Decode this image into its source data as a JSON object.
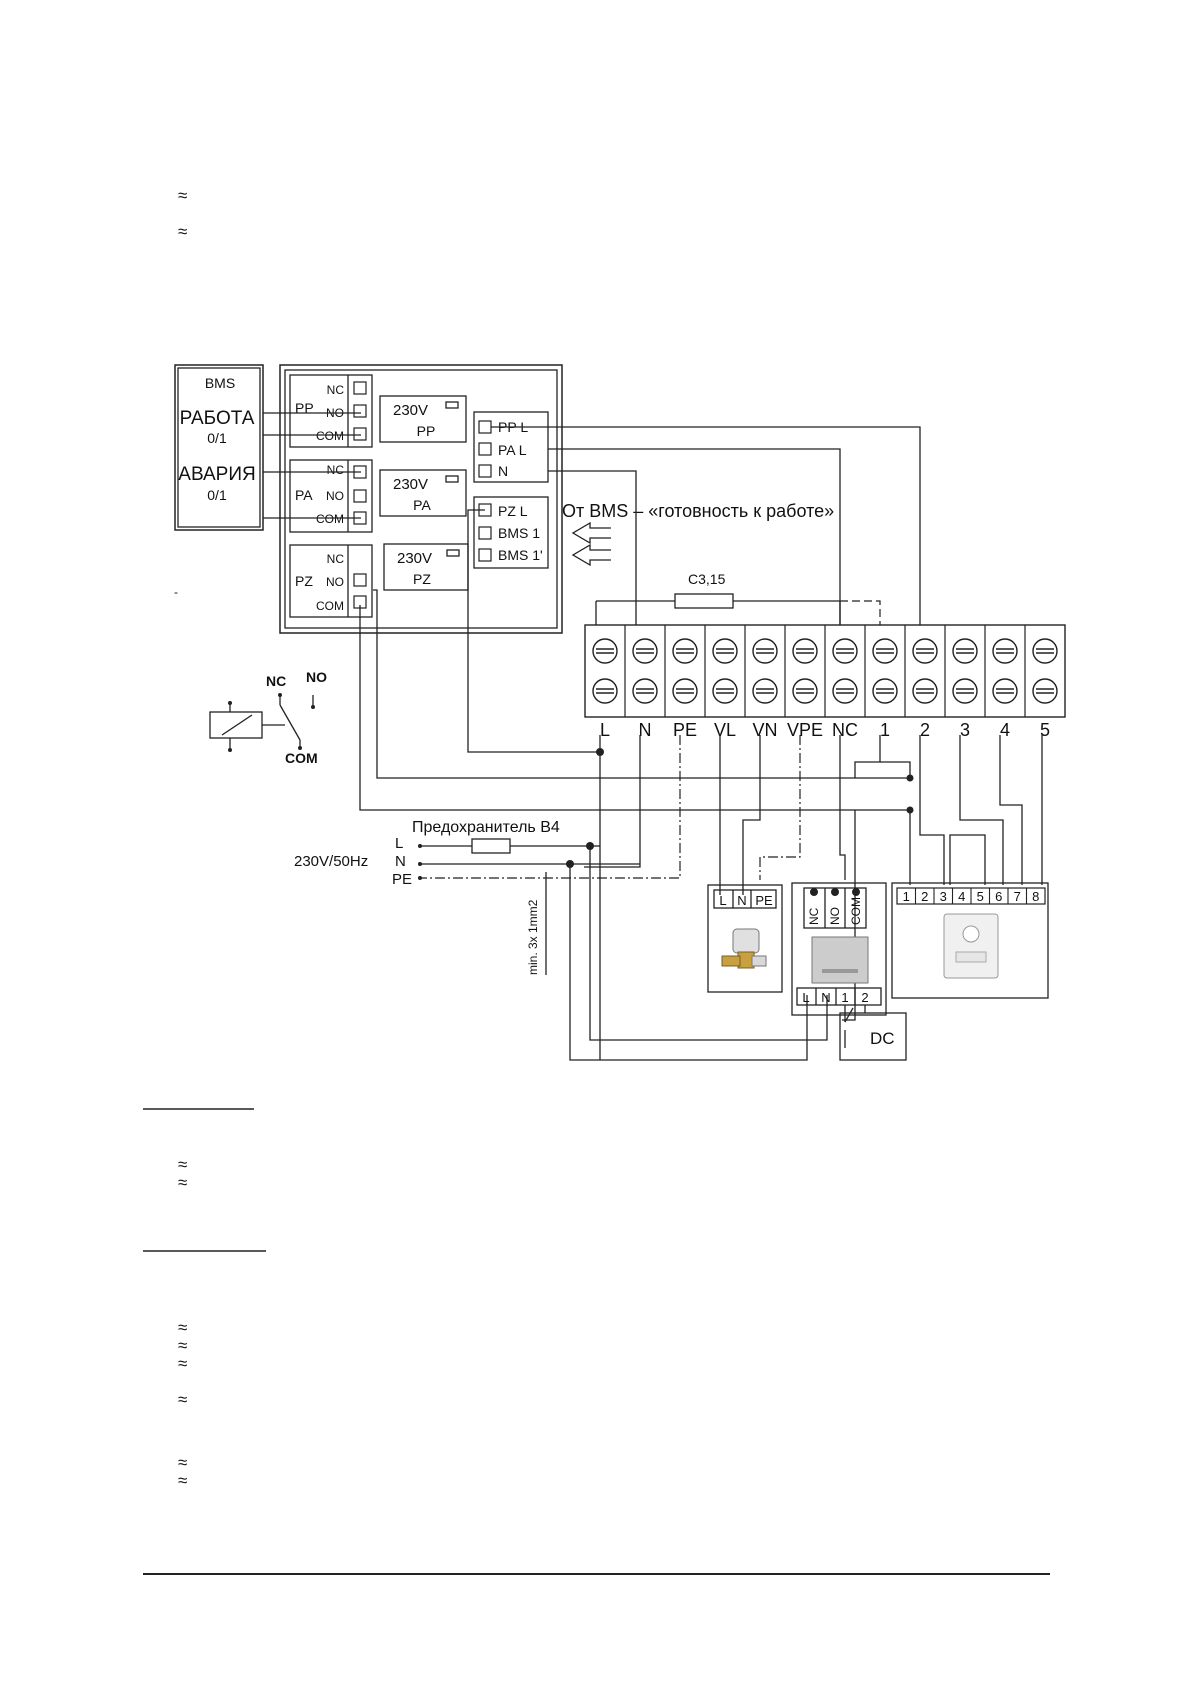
{
  "bullet_glyph": "≈",
  "accent_color": "#f07a2a",
  "bms": {
    "title": "BMS",
    "work_label": "РАБОТА",
    "work_state": "0/1",
    "alarm_label": "АВАРИЯ",
    "alarm_state": "0/1"
  },
  "relays": [
    {
      "name": "PP",
      "nc": "NC",
      "no": "NO",
      "com": "COM",
      "voltage": "230V",
      "coil": "PP"
    },
    {
      "name": "PA",
      "nc": "NC",
      "no": "NO",
      "com": "COM",
      "voltage": "230V",
      "coil": "PA"
    },
    {
      "name": "PZ",
      "nc": "NC",
      "no": "NO",
      "com": "COM",
      "voltage": "230V",
      "coil": "PZ"
    }
  ],
  "outputs": {
    "pp_l": "PP L",
    "pa_l": "PA L",
    "n": "N",
    "pz_l": "PZ L",
    "bms1": "BMS 1",
    "bms1p": "BMS 1'"
  },
  "bms_ready_text": "От BMS – «готовность к работе»",
  "fuse_c": "C3,15",
  "terminal_labels": [
    "L",
    "N",
    "PE",
    "VL",
    "VN",
    "VPE",
    "NC",
    "1",
    "2",
    "3",
    "4",
    "5"
  ],
  "relay_symbol": {
    "nc": "NC",
    "no": "NO",
    "com": "COM"
  },
  "fuse_b4": "Предохранитель B4",
  "supply": {
    "voltage": "230V/50Hz",
    "l": "L",
    "n": "N",
    "pe": "PE"
  },
  "cable_note": "min. 3x 1mm2",
  "valve_terminals": [
    "L",
    "N",
    "PE"
  ],
  "sensor": {
    "nc": "NC",
    "no": "NO",
    "com": "COM",
    "l": "L",
    "n": "N",
    "t1": "1",
    "t2": "2",
    "dc": "DC"
  },
  "thermostat_terminals": [
    "1",
    "2",
    "3",
    "4",
    "5",
    "6",
    "7",
    "8"
  ]
}
